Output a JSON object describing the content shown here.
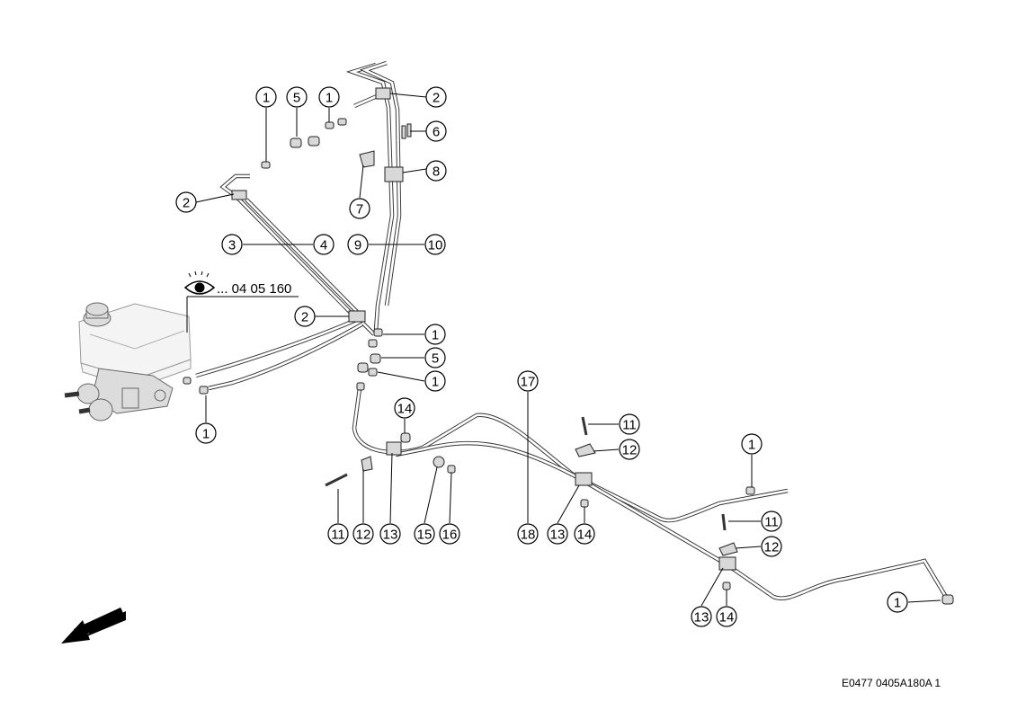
{
  "reference": {
    "text": "... 04 05 160",
    "icon": "eye-icon"
  },
  "drawing_code": "E0477 0405A180A 1",
  "direction_arrow": "arrow-icon",
  "callouts": [
    {
      "label": "1"
    },
    {
      "label": "5"
    },
    {
      "label": "1"
    },
    {
      "label": "2"
    },
    {
      "label": "6"
    },
    {
      "label": "8"
    },
    {
      "label": "7"
    },
    {
      "label": "2"
    },
    {
      "label": "3"
    },
    {
      "label": "4"
    },
    {
      "label": "9"
    },
    {
      "label": "10"
    },
    {
      "label": "2"
    },
    {
      "label": "1"
    },
    {
      "label": "5"
    },
    {
      "label": "1"
    },
    {
      "label": "1"
    },
    {
      "label": "17"
    },
    {
      "label": "14"
    },
    {
      "label": "11"
    },
    {
      "label": "12"
    },
    {
      "label": "1"
    },
    {
      "label": "11"
    },
    {
      "label": "12"
    },
    {
      "label": "13"
    },
    {
      "label": "15"
    },
    {
      "label": "16"
    },
    {
      "label": "18"
    },
    {
      "label": "13"
    },
    {
      "label": "14"
    },
    {
      "label": "11"
    },
    {
      "label": "12"
    },
    {
      "label": "13"
    },
    {
      "label": "14"
    },
    {
      "label": "1"
    }
  ]
}
